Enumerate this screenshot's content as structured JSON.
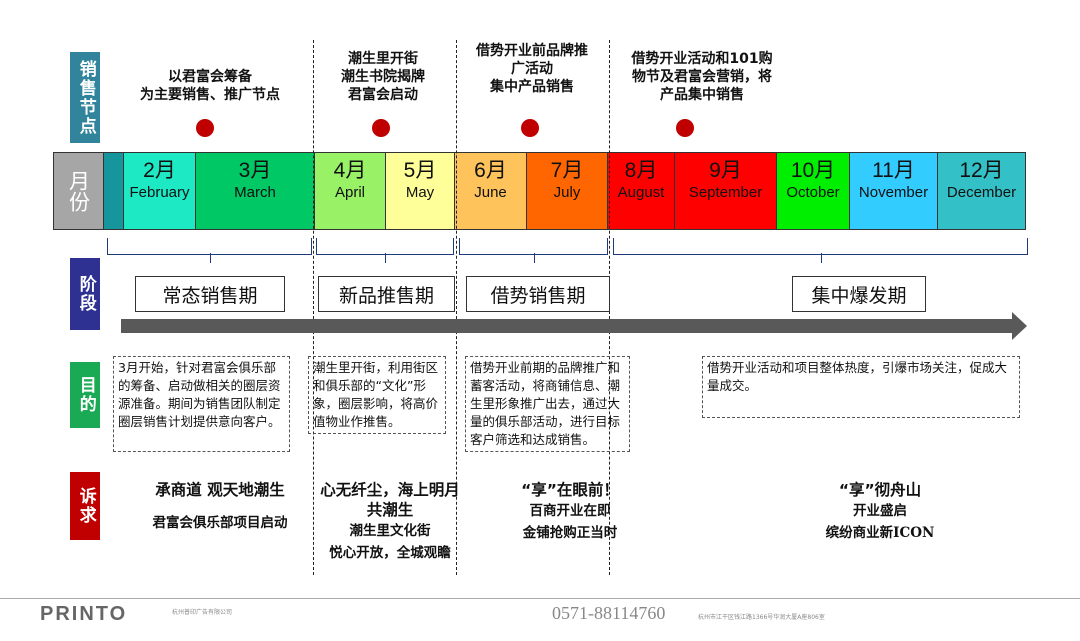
{
  "side_labels": {
    "nodes": "销售节点",
    "stage": "阶段",
    "goal": "目的",
    "appeal": "诉求",
    "month": "月份"
  },
  "colors": {
    "nodes": "#31849b",
    "stage": "#2e3192",
    "goal": "#1aaa55",
    "appeal": "#c00000",
    "month": "#a6a6a6",
    "dot": "#c00000"
  },
  "nodes": [
    {
      "lines": [
        "以君富会筹备",
        "为主要销售、推广节点"
      ]
    },
    {
      "lines": [
        "潮生里开街",
        "潮生书院揭牌",
        "君富会启动"
      ]
    },
    {
      "lines": [
        "借势开业前品牌推",
        "广活动",
        "集中产品销售"
      ]
    },
    {
      "lines": [
        "借势开业活动和101购",
        "物节及君富会营销，将",
        "产品集中销售"
      ]
    }
  ],
  "months": [
    {
      "cn": "",
      "en": "",
      "color": "#17959c"
    },
    {
      "cn": "2月",
      "en": "February",
      "color": "#1de9c4"
    },
    {
      "cn": "3月",
      "en": "March",
      "color": "#00c864"
    },
    {
      "cn": "4月",
      "en": "April",
      "color": "#99f266"
    },
    {
      "cn": "5月",
      "en": "May",
      "color": "#ffff99"
    },
    {
      "cn": "6月",
      "en": "June",
      "color": "#ffc35c"
    },
    {
      "cn": "7月",
      "en": "July",
      "color": "#ff6600"
    },
    {
      "cn": "8月",
      "en": "August",
      "color": "#ff0000"
    },
    {
      "cn": "9月",
      "en": "September",
      "color": "#ff0000"
    },
    {
      "cn": "10月",
      "en": "October",
      "color": "#00ee00"
    },
    {
      "cn": "11月",
      "en": "November",
      "color": "#33ccff"
    },
    {
      "cn": "12月",
      "en": "December",
      "color": "#33c0c6"
    }
  ],
  "stages": [
    "常态销售期",
    "新品推售期",
    "借势销售期",
    "集中爆发期"
  ],
  "goals": [
    "3月开始，针对君富会俱乐部的筹备、启动做相关的圈层资源准备。期间为销售团队制定圈层销售计划提供意向客户。",
    "潮生里开街，利用街区和俱乐部的“文化”形象，圈层影响，将高价值物业作推售。",
    "借势开业前期的品牌推广和蓄客活动，将商铺信息、潮生里形象推广出去，通过大量的俱乐部活动，进行目标客户筛选和达成销售。",
    "借势开业活动和项目整体热度，引爆市场关注，促成大量成交。"
  ],
  "appeals": [
    {
      "headline": [
        "承商道 观天地潮生"
      ],
      "sub": [
        "君富会俱乐部项目启动"
      ]
    },
    {
      "headline": [
        "心无纤尘，海上明月",
        "共潮生"
      ],
      "sub": [
        "潮生里文化街",
        "悦心开放，全城观瞻"
      ]
    },
    {
      "headline": [
        "“享”在眼前！"
      ],
      "sub": [
        "百商开业在即",
        "金铺抢购正当时"
      ]
    },
    {
      "headline": [
        "“享”彻舟山"
      ],
      "sub": [
        "开业盛启",
        "缤纷商业新ICON"
      ]
    }
  ],
  "footer": {
    "logo": "PRINTO",
    "company": "杭州普印广告有限公司",
    "phone": "0571-88114760",
    "address": "杭州市江干区钱江路1366号华润大厦A座806室"
  }
}
